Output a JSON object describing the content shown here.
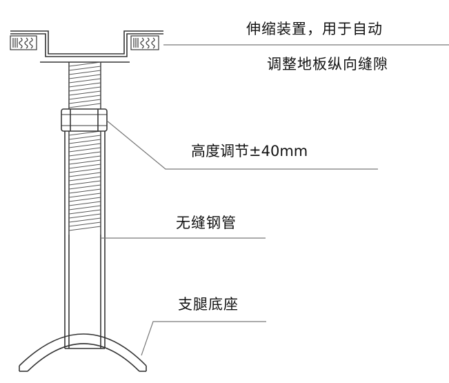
{
  "labels": {
    "device": "伸缩装置，用于自动",
    "device_line2": "调整地板纵向缝隙",
    "height_adjust": "高度调节±40mm",
    "seamless_tube": "无缝钢管",
    "leg_base": "支腿底座"
  },
  "colors": {
    "stroke": "#333333",
    "leader": "#777777",
    "text": "#111111"
  }
}
